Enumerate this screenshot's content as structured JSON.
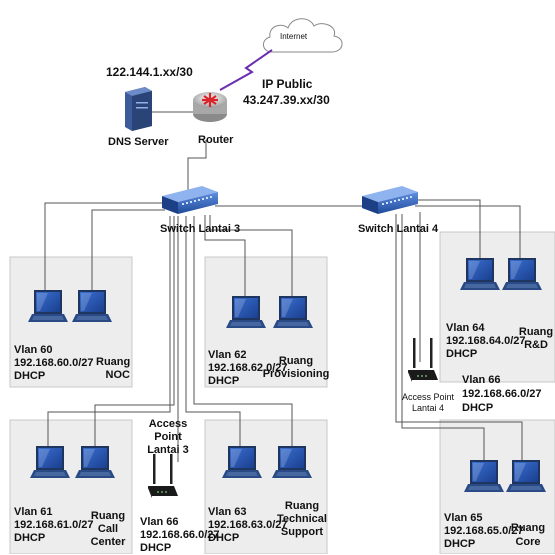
{
  "internet": {
    "label": "Internet"
  },
  "router": {
    "label": "Router"
  },
  "dns": {
    "label": "DNS Server",
    "ip": "122.144.1.xx/30"
  },
  "ip_public": {
    "title": "IP Public",
    "ip": "43.247.39.xx/30"
  },
  "switch3": {
    "label": "Switch Lantai 3"
  },
  "switch4": {
    "label": "Switch Lantai 4"
  },
  "rooms": {
    "r60": {
      "vlan": "Vlan 60",
      "subnet": "192.168.60.0/27",
      "dhcp": "DHCP",
      "name_l1": "Ruang",
      "name_l2": "NOC"
    },
    "r62": {
      "vlan": "Vlan 62",
      "subnet": "192.168.62.0/27",
      "dhcp": "DHCP",
      "name_l1": "Ruang",
      "name_l2": "Provisioning"
    },
    "r61": {
      "vlan": "Vlan 61",
      "subnet": "192.168.61.0/27",
      "dhcp": "DHCP",
      "name_l1": "Ruang",
      "name_l2": "Call",
      "name_l3": "Center"
    },
    "r63": {
      "vlan": "Vlan 63",
      "subnet": "192.168.63.0/27",
      "dhcp": "DHCP",
      "name_l1": "Ruang",
      "name_l2": "Technical",
      "name_l3": "Support"
    },
    "r64": {
      "vlan": "Vlan 64",
      "subnet": "192.168.64.0/27",
      "dhcp": "DHCP",
      "name_l1": "Ruang",
      "name_l2": "R&D"
    },
    "r65": {
      "vlan": "Vlan 65",
      "subnet": "192.168.65.0/27",
      "dhcp": "DHCP",
      "name_l1": "Ruang",
      "name_l2": "Core"
    }
  },
  "ap3": {
    "l1": "Access",
    "l2": "Point",
    "l3": "Lantai 3",
    "vlan": "Vlan 66",
    "subnet": "192.168.66.0/27",
    "dhcp": "DHCP"
  },
  "ap4": {
    "l1": "Access Point",
    "l2": "Lantai 4",
    "vlan": "Vlan 66",
    "subnet": "192.168.66.0/27",
    "dhcp": "DHCP"
  }
}
